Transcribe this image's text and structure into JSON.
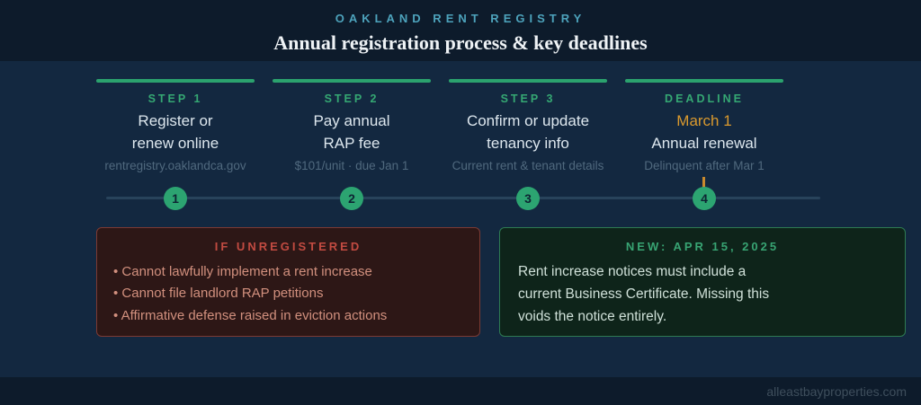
{
  "header": {
    "eyebrow": "OAKLAND RENT REGISTRY",
    "title": "Annual registration process & key deadlines"
  },
  "steps": [
    {
      "label": "STEP 1",
      "line1": "Register or",
      "line2": "renew online",
      "sub": "rentregistry.oaklandca.gov",
      "number": "1"
    },
    {
      "label": "STEP 2",
      "line1": "Pay annual",
      "line2": "RAP fee",
      "sub": "$101/unit · due Jan 1",
      "number": "2"
    },
    {
      "label": "STEP 3",
      "line1": "Confirm or update",
      "line2": "tenancy info",
      "sub": "Current rent & tenant details",
      "number": "3"
    },
    {
      "label": "DEADLINE",
      "line1": "March 1",
      "line2": "Annual renewal",
      "sub": "Delinquent after Mar 1",
      "number": "4"
    }
  ],
  "panels": {
    "unregistered": {
      "title": "IF UNREGISTERED",
      "items": [
        "• Cannot lawfully implement a rent increase",
        "• Cannot file landlord RAP petitions",
        "• Affirmative defense raised in eviction actions"
      ]
    },
    "new_rule": {
      "title": "NEW: APR 15, 2025",
      "body": "Rent increase notices must include a current Business Certificate. Missing this voids the notice entirely."
    }
  },
  "watermark": "alleastbayproperties.com",
  "colors": {
    "background": "#132840",
    "band": "#0d1b2b",
    "accent_green": "#2ba26e",
    "accent_teal": "#4da3bc",
    "accent_orange": "#d9992e",
    "warn_red": "#c24b41",
    "warn_panel_bg": "#2d1716",
    "new_panel_bg": "#0e241a",
    "muted_text": "#50697e"
  }
}
